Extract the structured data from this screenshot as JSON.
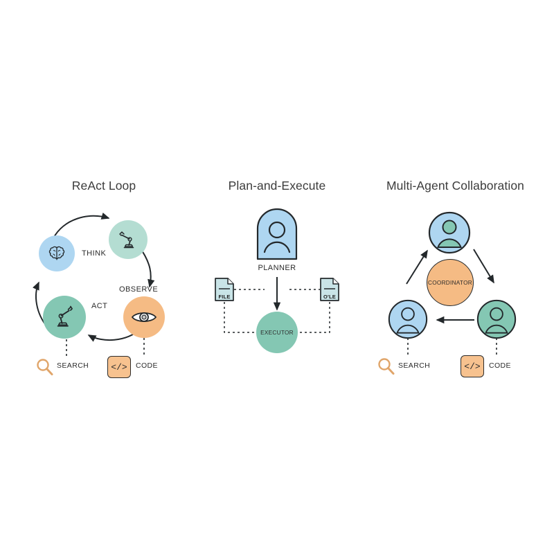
{
  "diagram": {
    "title_hidden": "Agent Architecture Patterns",
    "background": "#ffffff",
    "stroke": "#23282b"
  },
  "palette": {
    "blue_light": "#aed6f1",
    "teal_pale": "#b4ddd2",
    "teal_mid": "#84c7b3",
    "orange": "#f5bb84",
    "orange_light": "#f7c28f",
    "file_fill": "#c9e4e7",
    "text": "#2b2b2b",
    "title_text": "#3c3c3c"
  },
  "panels": [
    {
      "id": "react-loop",
      "title": "ReAct Loop",
      "nodes": [
        {
          "id": "think",
          "label": "THINK",
          "icon": "brain-icon",
          "color": "#aed6f1"
        },
        {
          "id": "observe-robot",
          "label": "",
          "icon": "robot-arm-icon",
          "color": "#b4ddd2"
        },
        {
          "id": "act",
          "label": "ACT",
          "icon": "robot-arm-icon",
          "color": "#84c7b3"
        },
        {
          "id": "observe",
          "label": "OBSERVE",
          "icon": "eye-icon",
          "color": "#f5bb84"
        }
      ],
      "tools": [
        {
          "id": "search",
          "label": "SEARCH",
          "icon": "magnifier-icon"
        },
        {
          "id": "code",
          "label": "CODE",
          "icon": "code-icon",
          "glyph": "</>"
        }
      ]
    },
    {
      "id": "plan-and-execute",
      "title": "Plan-and-Execute",
      "nodes": [
        {
          "id": "planner",
          "label": "PLANNER",
          "icon": "person-arch-icon",
          "color": "#aed6f1"
        },
        {
          "id": "executor",
          "label": "EXECUTOR",
          "icon": "circle-icon",
          "color": "#84c7b3"
        }
      ],
      "files": [
        {
          "id": "file-left",
          "label": "FILE",
          "icon": "file-icon"
        },
        {
          "id": "file-right",
          "label": "O'LE",
          "icon": "file-icon"
        }
      ]
    },
    {
      "id": "multi-agent-collaboration",
      "title": "Multi-Agent Collaboration",
      "nodes": [
        {
          "id": "agent-top",
          "label": "",
          "icon": "avatar-icon",
          "color": "#aed6f1",
          "person": "#84c7b3"
        },
        {
          "id": "coordinator",
          "label": "COORDINATOR",
          "icon": "circle-icon",
          "color": "#f5bb84"
        },
        {
          "id": "agent-right",
          "label": "",
          "icon": "avatar-icon",
          "color": "#84c7b3",
          "person": "#84c7b3"
        },
        {
          "id": "agent-left",
          "label": "",
          "icon": "avatar-icon",
          "color": "#aed6f1",
          "person": "#aed6f1"
        }
      ],
      "tools": [
        {
          "id": "search",
          "label": "SEARCH",
          "icon": "magnifier-icon"
        },
        {
          "id": "code",
          "label": "CODE",
          "icon": "code-icon",
          "glyph": "</>"
        }
      ]
    }
  ]
}
